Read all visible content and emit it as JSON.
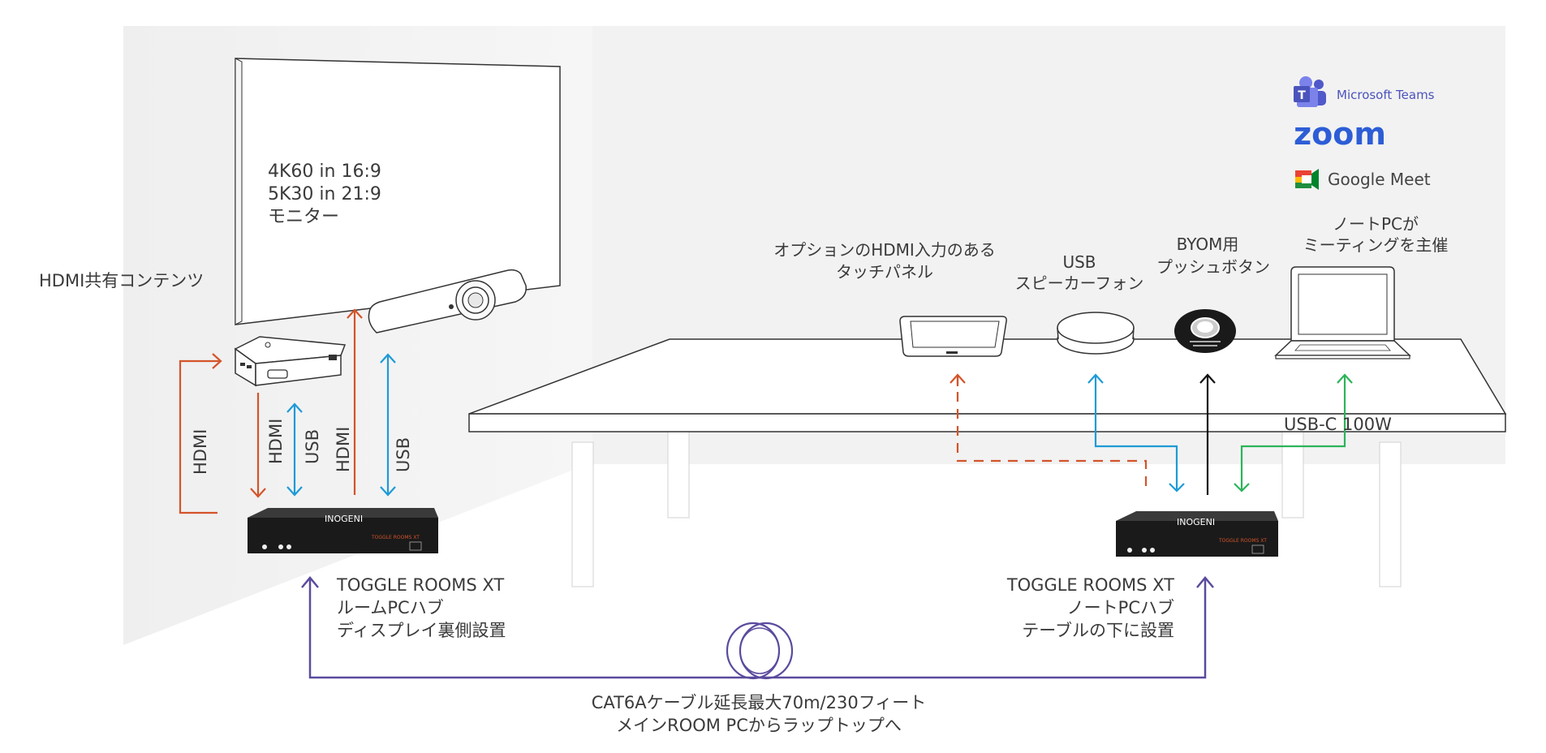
{
  "monitor": {
    "line1": "4K60 in 16:9",
    "line2": "5K30 in 21:9",
    "line3": "モニター"
  },
  "hdmi_content_label": "HDMI共有コンテンツ",
  "cable_labels": {
    "hdmi_left": "HDMI",
    "hdmi_mid": "HDMI",
    "usb_mid": "USB",
    "hdmi_right": "HDMI",
    "usb_right": "USB"
  },
  "devices": {
    "touch_panel": {
      "line1": "オプションのHDMI入力のある",
      "line2": "タッチパネル"
    },
    "speakerphone": {
      "line1": "USB",
      "line2": "スピーカーフォン"
    },
    "byom_button": {
      "line1": "BYOM用",
      "line2": "プッシュボタン"
    },
    "laptop": {
      "line1": "ノートPCが",
      "line2": "ミーティングを主催"
    }
  },
  "usb_c_label": "USB-C 100W",
  "hub_left": {
    "line1": "TOGGLE ROOMS XT",
    "line2": "ルームPCハブ",
    "line3": "ディスプレイ裏側設置",
    "brand": "INOGENI",
    "model": "TOGGLE ROOMS XT"
  },
  "hub_right": {
    "line1": "TOGGLE ROOMS XT",
    "line2": "ノートPCハブ",
    "line3": "テーブルの下に設置",
    "brand": "INOGENI",
    "model": "TOGGLE ROOMS XT"
  },
  "cable_caption": {
    "line1": "CAT6Aケーブル延長最大70m/230フィート",
    "line2": "メインROOM PCからラップトップへ"
  },
  "platforms": {
    "teams": "Microsoft Teams",
    "zoom": "zoom",
    "meet": "Google Meet"
  },
  "colors": {
    "hdmi": "#d4542a",
    "usb": "#1e9ad6",
    "black": "#111111",
    "usb_c": "#2db35a",
    "cat6a": "#5b4a9e"
  }
}
